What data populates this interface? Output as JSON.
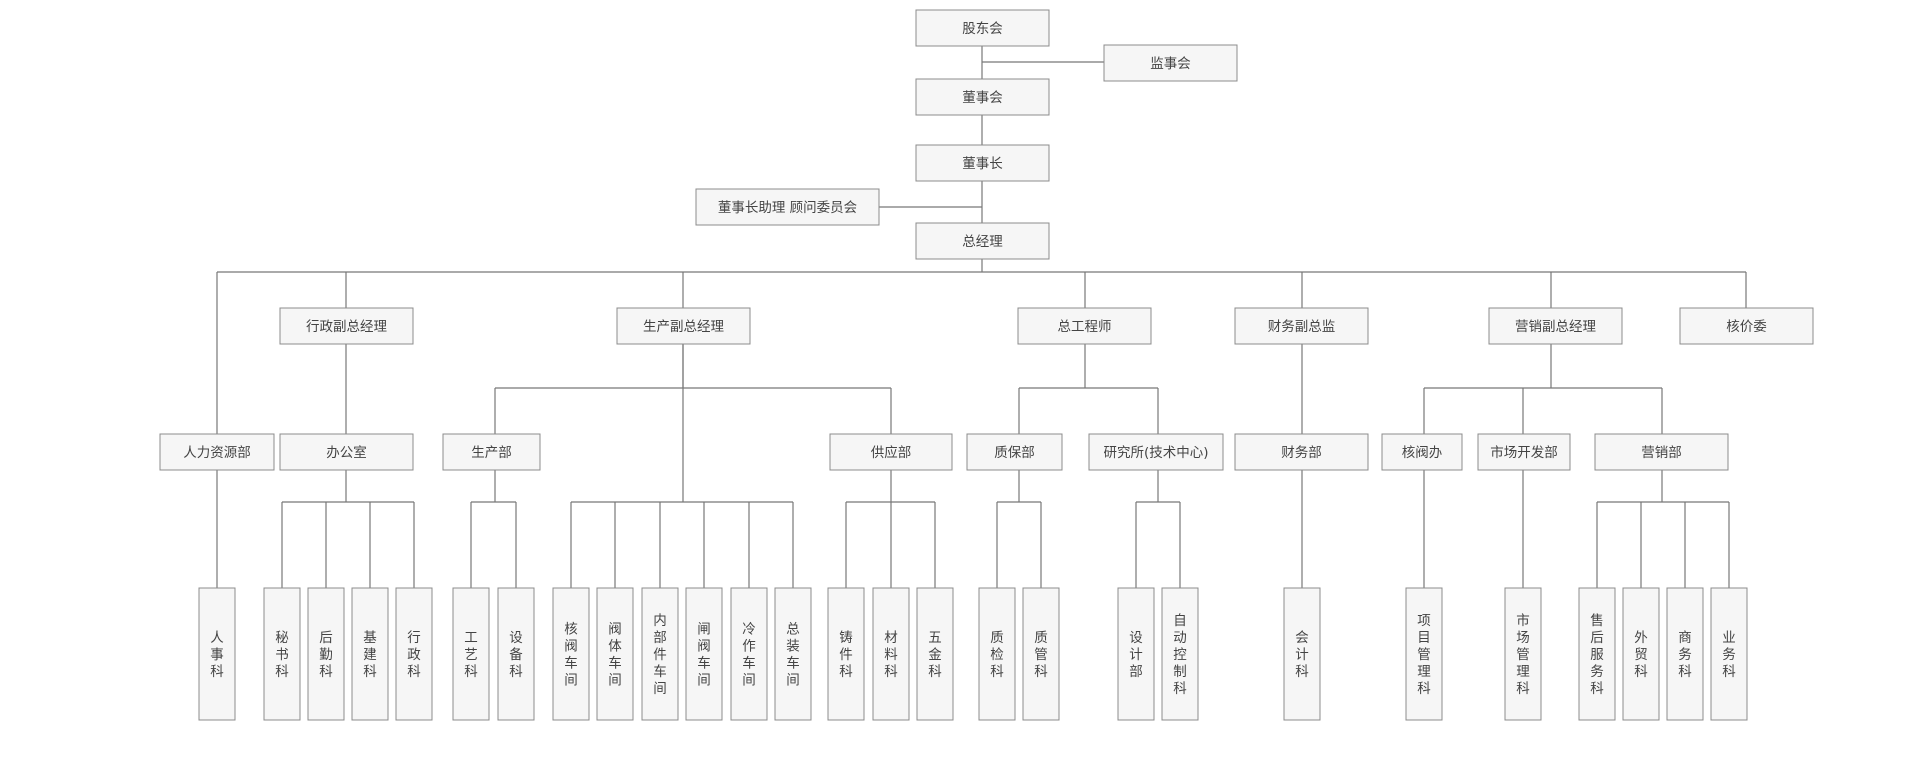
{
  "org_chart": {
    "nodes": {
      "gudonghui": "股东会",
      "jianshihui": "监事会",
      "dongshihui": "董事会",
      "dongshizhang": "董事长",
      "zhuli": "董事长助理 顾问委员会",
      "zongjingli": "总经理",
      "xingzheng_vp": "行政副总经理",
      "shengchan_vp": "生产副总经理",
      "zonggongchengshi": "总工程师",
      "caiwu_vp": "财务副总监",
      "yingxiao_vp": "营销副总经理",
      "hejiawei": "核价委",
      "renli": "人力资源部",
      "bangongshi": "办公室",
      "shengchanbu": "生产部",
      "gongyingbu": "供应部",
      "zhibaobu": "质保部",
      "yanjiusuo": "研究所(技术中心)",
      "caiwubu": "财务部",
      "hefaban": "核阀办",
      "shichangkaifa": "市场开发部",
      "yingxiaobu": "营销部",
      "renshike": "人事科",
      "mishuke": "秘书科",
      "houqinke": "后勤科",
      "jijianke": "基建科",
      "xingzhengke": "行政科",
      "gongyike": "工艺科",
      "shebeike": "设备科",
      "hefachejian": "核阀车间",
      "fatichejian": "阀体车间",
      "neibujian": "内部件车间",
      "zhafachejian": "闸阀车间",
      "lengzuochejian": "冷作车间",
      "zongzhuangchejian": "总装车间",
      "zhujianke": "铸件科",
      "cailiaoke": "材料科",
      "wujinke": "五金科",
      "zhijianke": "质检科",
      "zhiguanke": "质管科",
      "shejibu": "设计部",
      "zidongkongzhi": "自动控制科",
      "kuaijike": "会计科",
      "xiangmuguanli": "项目管理科",
      "shichangguanli": "市场管理科",
      "shouhoufuwu": "售后服务科",
      "waimaoke": "外贸科",
      "shangwuke": "商务科",
      "yewuke": "业务科"
    }
  }
}
